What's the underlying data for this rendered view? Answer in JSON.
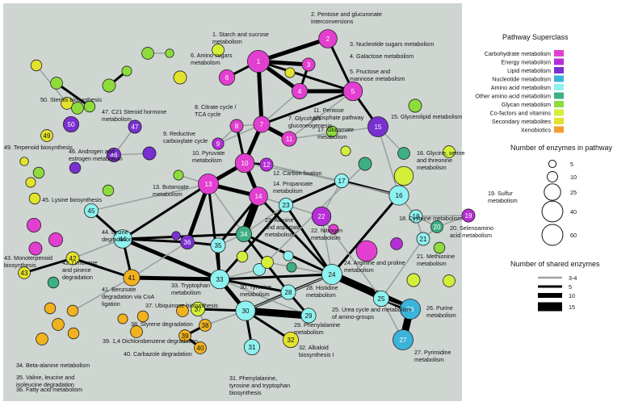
{
  "colors": {
    "panel_bg": "#cfd6d2",
    "edge_thin": "#9aa2a0",
    "edge_thick": "#000000",
    "node_stroke": "#222222",
    "carbohydrate": "#e23fd0",
    "energy": "#b52fd6",
    "lipid": "#7a2fd0",
    "nucleotide": "#3bb3da",
    "amino_acid": "#8ef2f0",
    "other_amino_acid": "#3daf84",
    "glycan": "#8ddc3c",
    "cofactors": "#d5ee3a",
    "secondary": "#e3e22c",
    "xenobiotics": "#f0b21e"
  },
  "legend": {
    "superclass_title": "Pathway Superclass",
    "superclasses": [
      {
        "label": "Carbohydrate metabolism",
        "color": "#e23fd0"
      },
      {
        "label": "Energy metabolism",
        "color": "#b52fd6"
      },
      {
        "label": "Lipid metabolism",
        "color": "#7a2fd0"
      },
      {
        "label": "Nucleotide metabolism",
        "color": "#3bb3da"
      },
      {
        "label": "Amino acid metabolism",
        "color": "#8ef2f0"
      },
      {
        "label": "Other amino acid metabolism",
        "color": "#3daf84"
      },
      {
        "label": "Glycan metabolism",
        "color": "#8ddc3c"
      },
      {
        "label": "Co-factors and vitamins",
        "color": "#d5ee3a"
      },
      {
        "label": "Secondary metabolites",
        "color": "#e3e22c"
      },
      {
        "label": "Xenobiotics",
        "color": "#f0a030"
      }
    ],
    "size_title": "Number of enzymes in pathway",
    "sizes": [
      5,
      10,
      25,
      40,
      60
    ],
    "edge_title": "Number of shared enzymes",
    "edges": [
      "3-4",
      "5",
      "10",
      "15"
    ]
  },
  "nodes": [
    {
      "id": "1",
      "label": "1. Starch and sucrose metabolism",
      "color": "carbohydrate",
      "size": 40,
      "show_num": true
    },
    {
      "id": "2",
      "label": "2. Pentose and glucuronate interconversions",
      "color": "carbohydrate",
      "size": 28,
      "show_num": true
    },
    {
      "id": "3",
      "label": "3. Nucleotide sugars metabolism",
      "color": "carbohydrate",
      "size": 14,
      "show_num": true
    },
    {
      "id": "4",
      "label": "4. Galactose metabolism",
      "color": "carbohydrate",
      "size": 20,
      "show_num": true
    },
    {
      "id": "5",
      "label": "5. Fructose and mannose metabolism",
      "color": "carbohydrate",
      "size": 30,
      "show_num": true
    },
    {
      "id": "6",
      "label": "6. Amino sugars metabolism",
      "color": "carbohydrate",
      "size": 20,
      "show_num": true
    },
    {
      "id": "7",
      "label": "7. Glycolysis gluconeogenesis",
      "color": "carbohydrate",
      "size": 22,
      "show_num": true
    },
    {
      "id": "8",
      "label": "8. Citrate cycle / TCA cycle",
      "color": "carbohydrate",
      "size": 14,
      "show_num": true
    },
    {
      "id": "9",
      "label": "9. Reductive carboxylate cycle",
      "color": "energy",
      "size": 11,
      "show_num": true
    },
    {
      "id": "10",
      "label": "10. Pyruvate metabolism",
      "color": "carbohydrate",
      "size": 30,
      "show_num": true
    },
    {
      "id": "11",
      "label": "11. Pentose phosphate pathway",
      "color": "carbohydrate",
      "size": 18,
      "show_num": true
    },
    {
      "id": "12",
      "label": "12. Carbon fixation",
      "color": "energy",
      "size": 14,
      "show_num": true
    },
    {
      "id": "13",
      "label": "13. Butanoate metabolism",
      "color": "carbohydrate",
      "size": 34,
      "show_num": true
    },
    {
      "id": "14",
      "label": "14. Propanoate metabolism",
      "color": "carbohydrate",
      "size": 28,
      "show_num": true
    },
    {
      "id": "15",
      "label": "15. Glycerolipid metabolism",
      "color": "lipid",
      "size": 34,
      "show_num": true
    },
    {
      "id": "16",
      "label": "16. Glycine, serine and threonine metabolism",
      "color": "amino_acid",
      "size": 32,
      "show_num": true
    },
    {
      "id": "17",
      "label": "17. Glutamate metabolism",
      "color": "amino_acid",
      "size": 16,
      "show_num": true
    },
    {
      "id": "18",
      "label": "18. Cysteine metabolism",
      "color": "amino_acid",
      "size": 14,
      "show_num": true
    },
    {
      "id": "19",
      "label": "19. Sulfur metabolism",
      "color": "energy",
      "size": 14,
      "show_num": true
    },
    {
      "id": "20",
      "label": "20. Selenoamino acid metabolism",
      "color": "other_amino_acid",
      "size": 12,
      "show_num": true
    },
    {
      "id": "21",
      "label": "21. Methionine metabolism",
      "color": "amino_acid",
      "size": 14,
      "show_num": true
    },
    {
      "id": "22",
      "label": "22. Nitrogen metabolism",
      "color": "energy",
      "size": 30,
      "show_num": true
    },
    {
      "id": "23",
      "label": "23. Alanine and aspartate metabolism",
      "color": "amino_acid",
      "size": 16,
      "show_num": true
    },
    {
      "id": "24",
      "label": "24. Arginine and proline metabolism",
      "color": "amino_acid",
      "size": 34,
      "show_num": true
    },
    {
      "id": "25",
      "label": "25. Urea cycle and metabolism of amino-groups",
      "color": "amino_acid",
      "size": 20,
      "show_num": true
    },
    {
      "id": "26",
      "label": "26. Purine metabolism",
      "color": "nucleotide",
      "size": 34,
      "show_num": true
    },
    {
      "id": "27",
      "label": "27. Pyrimidine metabolism",
      "color": "nucleotide",
      "size": 34,
      "show_num": true
    },
    {
      "id": "28",
      "label": "28. Histidine metabolism",
      "color": "amino_acid",
      "size": 18,
      "show_num": true
    },
    {
      "id": "29",
      "label": "29. Phenylalanine metabolism",
      "color": "amino_acid",
      "size": 18,
      "show_num": true
    },
    {
      "id": "30",
      "label": "30. Tyrosine metabolism",
      "color": "amino_acid",
      "size": 32,
      "show_num": true
    },
    {
      "id": "31",
      "label": "31. Phenylalanine, tyrosine and tryptophan biosynthesis",
      "color": "amino_acid",
      "size": 20,
      "show_num": true
    },
    {
      "id": "32",
      "label": "32. Alkaloid biosynthesis I",
      "color": "secondary",
      "size": 20,
      "show_num": true
    },
    {
      "id": "33",
      "label": "33. Tryptophan metabolism",
      "color": "amino_acid",
      "size": 30,
      "show_num": true
    },
    {
      "id": "34",
      "label": "34. Beta-alanine metabolism",
      "color": "other_amino_acid",
      "size": 20,
      "show_num": true
    },
    {
      "id": "35",
      "label": "35. Valine, leucine and isoleucine degradation",
      "color": "amino_acid",
      "size": 18,
      "show_num": true
    },
    {
      "id": "36",
      "label": "36. Fatty acid metabolism",
      "color": "lipid",
      "size": 16,
      "show_num": true
    },
    {
      "id": "37",
      "label": "37. Ubiquinone biosynthesis",
      "color": "cofactors",
      "size": 16,
      "show_num": true
    },
    {
      "id": "38",
      "label": "38. Styrene degradation",
      "color": "xenobiotics",
      "size": 12,
      "show_num": true
    },
    {
      "id": "39",
      "label": "39. 1,4 Dichlorobenzene degradation",
      "color": "xenobiotics",
      "size": 12,
      "show_num": true
    },
    {
      "id": "40",
      "label": "40. Carbazole degradation",
      "color": "xenobiotics",
      "size": 12,
      "show_num": true
    },
    {
      "id": "41",
      "label": "41. Benzoate degradation via CoA ligation",
      "color": "xenobiotics",
      "size": 22,
      "show_num": true
    },
    {
      "id": "42",
      "label": "42. Limonene and pinene degradation",
      "color": "secondary",
      "size": 14,
      "show_num": true
    },
    {
      "id": "43",
      "label": "43. Monoterpenoid biosynthesis",
      "color": "secondary",
      "size": 12,
      "show_num": true
    },
    {
      "id": "44",
      "label": "44. Lysine degradation",
      "color": "amino_acid",
      "size": 28,
      "show_num": true
    },
    {
      "id": "45",
      "label": "45. Lysine biosynthesis",
      "color": "amino_acid",
      "size": 16,
      "show_num": true
    },
    {
      "id": "46",
      "label": "46. Androgen and estrogen metabolism",
      "color": "lipid",
      "size": 16,
      "show_num": true
    },
    {
      "id": "47",
      "label": "47. C21 Steroid hormone metabolism",
      "color": "lipid",
      "size": 14,
      "show_num": true
    },
    {
      "id": "49",
      "label": "49. Terpenoid biosynthesis",
      "color": "secondary",
      "size": 12,
      "show_num": true
    },
    {
      "id": "50",
      "label": "50. Sterols biosynthesis",
      "color": "lipid",
      "size": 20,
      "show_num": true
    },
    {
      "id": "u1",
      "label": "",
      "color": "glycan",
      "size": 12,
      "show_num": false
    },
    {
      "id": "u2",
      "label": "",
      "color": "glycan",
      "size": 6,
      "show_num": false
    },
    {
      "id": "u3",
      "label": "",
      "color": "secondary",
      "size": 10,
      "show_num": false
    },
    {
      "id": "u4",
      "label": "",
      "color": "glycan",
      "size": 12,
      "show_num": false
    },
    {
      "id": "u5",
      "label": "",
      "color": "glycan",
      "size": 10,
      "show_num": false
    },
    {
      "id": "u6",
      "label": "",
      "color": "glycan",
      "size": 14,
      "show_num": false
    },
    {
      "id": "u7",
      "label": "",
      "color": "glycan",
      "size": 8,
      "show_num": false
    },
    {
      "id": "u8",
      "label": "",
      "color": "secondary",
      "size": 12,
      "show_num": false
    },
    {
      "id": "u9",
      "label": "",
      "color": "secondary",
      "size": 14,
      "show_num": false
    },
    {
      "id": "u10",
      "label": "",
      "color": "cofactors",
      "size": 12,
      "show_num": false
    },
    {
      "id": "u11",
      "label": "",
      "color": "lipid",
      "size": 14,
      "show_num": false
    },
    {
      "id": "u12",
      "label": "",
      "color": "lipid",
      "size": 10,
      "show_num": false
    },
    {
      "id": "u13",
      "label": "",
      "color": "glycan",
      "size": 10,
      "show_num": false
    },
    {
      "id": "u14",
      "label": "",
      "color": "glycan",
      "size": 10,
      "show_num": false
    },
    {
      "id": "u15",
      "label": "",
      "color": "glycan",
      "size": 12,
      "show_num": false
    },
    {
      "id": "u16",
      "label": "",
      "color": "secondary",
      "size": 10,
      "show_num": false
    },
    {
      "id": "u17",
      "label": "",
      "color": "secondary",
      "size": 8,
      "show_num": false
    },
    {
      "id": "u18",
      "label": "",
      "color": "secondary",
      "size": 6,
      "show_num": false
    },
    {
      "id": "u19",
      "label": "",
      "color": "carbohydrate",
      "size": 16,
      "show_num": false
    },
    {
      "id": "u20",
      "label": "",
      "color": "carbohydrate",
      "size": 16,
      "show_num": false
    },
    {
      "id": "u21",
      "label": "",
      "color": "carbohydrate",
      "size": 14,
      "show_num": false
    },
    {
      "id": "u22",
      "label": "",
      "color": "other_amino_acid",
      "size": 10,
      "show_num": false
    },
    {
      "id": "u23",
      "label": "",
      "color": "glycan",
      "size": 8,
      "show_num": false
    },
    {
      "id": "u24",
      "label": "",
      "color": "xenobiotics",
      "size": 10,
      "show_num": false
    },
    {
      "id": "u25",
      "label": "",
      "color": "xenobiotics",
      "size": 10,
      "show_num": false
    },
    {
      "id": "u26",
      "label": "",
      "color": "xenobiotics",
      "size": 12,
      "show_num": false
    },
    {
      "id": "u27",
      "label": "",
      "color": "xenobiotics",
      "size": 12,
      "show_num": false
    },
    {
      "id": "u28",
      "label": "",
      "color": "xenobiotics",
      "size": 10,
      "show_num": false
    },
    {
      "id": "u29",
      "label": "",
      "color": "xenobiotics",
      "size": 12,
      "show_num": false
    },
    {
      "id": "u30",
      "label": "",
      "color": "xenobiotics",
      "size": 8,
      "show_num": false
    },
    {
      "id": "u31",
      "label": "",
      "color": "xenobiotics",
      "size": 10,
      "show_num": false
    },
    {
      "id": "u32",
      "label": "",
      "color": "xenobiotics",
      "size": 12,
      "show_num": false
    },
    {
      "id": "u33",
      "label": "",
      "color": "amino_acid",
      "size": 12,
      "show_num": false
    },
    {
      "id": "u34",
      "label": "",
      "color": "cofactors",
      "size": 10,
      "show_num": false
    },
    {
      "id": "u35",
      "label": "",
      "color": "other_amino_acid",
      "size": 12,
      "show_num": false
    },
    {
      "id": "u36",
      "label": "",
      "color": "carbohydrate",
      "size": 36,
      "show_num": false
    },
    {
      "id": "u37",
      "label": "",
      "color": "energy",
      "size": 12,
      "show_num": false
    },
    {
      "id": "u38",
      "label": "",
      "color": "cofactors",
      "size": 14,
      "show_num": false
    },
    {
      "id": "u39",
      "label": "",
      "color": "cofactors",
      "size": 30,
      "show_num": false
    },
    {
      "id": "u40",
      "label": "",
      "color": "other_amino_acid",
      "size": 14,
      "show_num": false
    },
    {
      "id": "u41",
      "label": "",
      "color": "glycan",
      "size": 14,
      "show_num": false
    },
    {
      "id": "u42",
      "label": "",
      "color": "cofactors",
      "size": 12,
      "show_num": false
    },
    {
      "id": "u43",
      "label": "",
      "color": "glycan",
      "size": 10,
      "show_num": false
    },
    {
      "id": "u44",
      "label": "",
      "color": "cofactors",
      "size": 12,
      "show_num": false
    },
    {
      "id": "u45",
      "label": "",
      "color": "carbohydrate",
      "size": 8,
      "show_num": false
    },
    {
      "id": "u46",
      "label": "",
      "color": "secondary",
      "size": 8,
      "show_num": false
    },
    {
      "id": "u47",
      "label": "",
      "color": "glycan",
      "size": 10,
      "show_num": false
    },
    {
      "id": "u48",
      "label": "",
      "color": "cofactors",
      "size": 12,
      "show_num": false
    },
    {
      "id": "u49",
      "label": "",
      "color": "other_amino_acid",
      "size": 8,
      "show_num": false
    },
    {
      "id": "u50",
      "label": "",
      "color": "amino_acid",
      "size": 8,
      "show_num": false
    },
    {
      "id": "u51",
      "label": "",
      "color": "cofactors",
      "size": 8,
      "show_num": false
    },
    {
      "id": "u52",
      "label": "",
      "color": "lipid",
      "size": 6,
      "show_num": false
    }
  ],
  "edges": [
    [
      "1",
      "2",
      3
    ],
    [
      "1",
      "3",
      3
    ],
    [
      "1",
      "4",
      3
    ],
    [
      "1",
      "5",
      2
    ],
    [
      "1",
      "6",
      2
    ],
    [
      "1",
      "7",
      3
    ],
    [
      "2",
      "5",
      2
    ],
    [
      "3",
      "4",
      2
    ],
    [
      "4",
      "5",
      3
    ],
    [
      "4",
      "7",
      1
    ],
    [
      "5",
      "7",
      2
    ],
    [
      "5",
      "11",
      1
    ],
    [
      "5",
      "15",
      2
    ],
    [
      "7",
      "8",
      1
    ],
    [
      "7",
      "11",
      3
    ],
    [
      "7",
      "10",
      3
    ],
    [
      "7",
      "9",
      1
    ],
    [
      "8",
      "9",
      1
    ],
    [
      "8",
      "10",
      2
    ],
    [
      "10",
      "13",
      3
    ],
    [
      "10",
      "14",
      3
    ],
    [
      "10",
      "12",
      2
    ],
    [
      "11",
      "15",
      1
    ],
    [
      "12",
      "17",
      1
    ],
    [
      "13",
      "14",
      3
    ],
    [
      "13",
      "36",
      3
    ],
    [
      "13",
      "44",
      2
    ],
    [
      "13",
      "33",
      2
    ],
    [
      "13",
      "34",
      1
    ],
    [
      "14",
      "34",
      4
    ],
    [
      "14",
      "24",
      2
    ],
    [
      "14",
      "22",
      1
    ],
    [
      "14",
      "35",
      2
    ],
    [
      "15",
      "16",
      1
    ],
    [
      "15",
      "u35",
      1
    ],
    [
      "16",
      "17",
      2
    ],
    [
      "16",
      "24",
      2
    ],
    [
      "17",
      "23",
      2
    ],
    [
      "17",
      "22",
      1
    ],
    [
      "22",
      "24",
      1
    ],
    [
      "23",
      "24",
      2
    ],
    [
      "23",
      "33",
      2
    ],
    [
      "24",
      "25",
      3
    ],
    [
      "24",
      "28",
      2
    ],
    [
      "24",
      "30",
      2
    ],
    [
      "24",
      "26",
      4
    ],
    [
      "24",
      "34",
      2
    ],
    [
      "24",
      "33",
      2
    ],
    [
      "26",
      "27",
      4
    ],
    [
      "33",
      "30",
      3
    ],
    [
      "33",
      "41",
      3
    ],
    [
      "33",
      "44",
      3
    ],
    [
      "33",
      "35",
      2
    ],
    [
      "33",
      "29",
      1
    ],
    [
      "33",
      "28",
      2
    ],
    [
      "30",
      "29",
      4
    ],
    [
      "30",
      "32",
      2
    ],
    [
      "30",
      "31",
      2
    ],
    [
      "30",
      "37",
      2
    ],
    [
      "30",
      "28",
      2
    ],
    [
      "30",
      "38",
      1
    ],
    [
      "41",
      "42",
      2
    ],
    [
      "41",
      "44",
      2
    ],
    [
      "41",
      "36",
      1
    ],
    [
      "44",
      "45",
      2
    ],
    [
      "44",
      "36",
      2
    ],
    [
      "44",
      "34",
      2
    ],
    [
      "36",
      "35",
      2
    ],
    [
      "35",
      "34",
      1
    ],
    [
      "34",
      "28",
      2
    ],
    [
      "34",
      "23",
      1
    ],
    [
      "43",
      "42",
      2
    ],
    [
      "16",
      "18",
      1
    ],
    [
      "18",
      "19",
      1
    ],
    [
      "18",
      "20",
      1
    ],
    [
      "18",
      "21",
      1
    ],
    [
      "19",
      "20",
      1
    ],
    [
      "21",
      "25",
      1
    ],
    [
      "u1",
      "u2",
      1
    ],
    [
      "u4",
      "u5",
      2
    ],
    [
      "u6",
      "u7",
      2
    ],
    [
      "47",
      "46",
      1
    ],
    [
      "46",
      "u11",
      1
    ],
    [
      "u3",
      "u8",
      1
    ],
    [
      "13",
      "u23",
      1
    ],
    [
      "38",
      "39",
      2
    ],
    [
      "39",
      "40",
      2
    ],
    [
      "37",
      "38",
      1
    ],
    [
      "16",
      "u39",
      1
    ],
    [
      "26",
      "25",
      1
    ],
    [
      "27",
      "25",
      1
    ],
    [
      "42",
      "44",
      1
    ],
    [
      "10",
      "17",
      1
    ],
    [
      "12",
      "16",
      1
    ],
    [
      "u33",
      "33",
      1
    ],
    [
      "41",
      "u24",
      1
    ],
    [
      "13",
      "45",
      1
    ],
    [
      "14",
      "23",
      1
    ],
    [
      "28",
      "29",
      2
    ],
    [
      "22",
      "25",
      1
    ],
    [
      "30",
      "24",
      1
    ],
    [
      "21",
      "20",
      1
    ],
    [
      "u40",
      "u33",
      1
    ],
    [
      "u48",
      "24",
      1
    ]
  ]
}
